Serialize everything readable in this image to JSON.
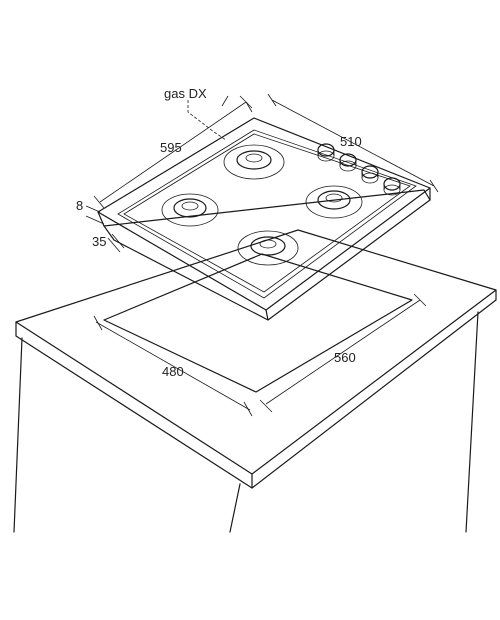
{
  "labels": {
    "gas_connection": "gas DX",
    "hob_depth": "595",
    "hob_width": "510",
    "hob_thickness": "8",
    "cutout_offset": "35",
    "cutout_depth": "480",
    "cutout_width": "560"
  },
  "colors": {
    "line": "#1a1a1a",
    "background": "#ffffff"
  },
  "hob": {
    "burners": 4,
    "knobs": 4
  }
}
